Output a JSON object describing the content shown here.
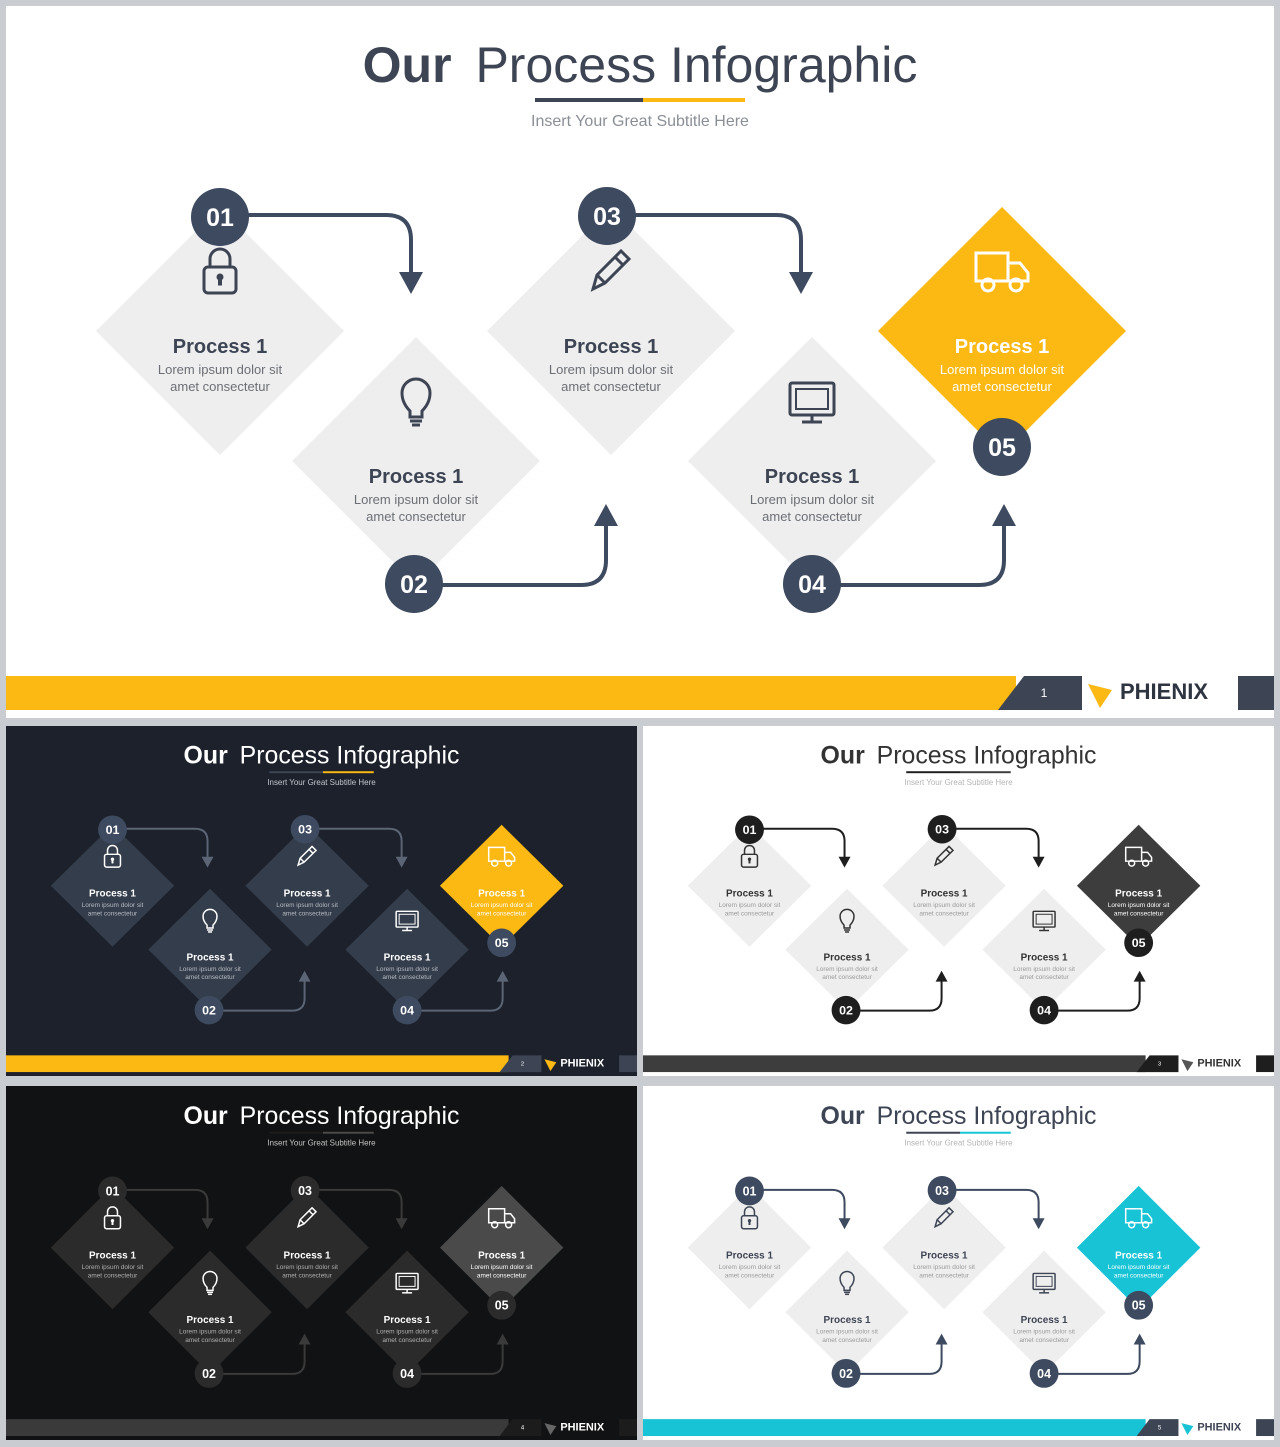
{
  "title_bold": "Our",
  "title_rest": "Process Infographic",
  "subtitle": "Insert  Your Great Subtitle Here",
  "steps": [
    {
      "number": "01",
      "label": "Process 1",
      "line1": "Lorem ipsum dolor sit",
      "line2": "amet consectetur",
      "icon": "lock-icon"
    },
    {
      "number": "02",
      "label": "Process 1",
      "line1": "Lorem ipsum dolor sit",
      "line2": "amet consectetur",
      "icon": "lightbulb-icon"
    },
    {
      "number": "03",
      "label": "Process 1",
      "line1": "Lorem ipsum dolor sit",
      "line2": "amet consectetur",
      "icon": "pencil-icon"
    },
    {
      "number": "04",
      "label": "Process 1",
      "line1": "Lorem ipsum dolor sit",
      "line2": "amet consectetur",
      "icon": "monitor-icon"
    },
    {
      "number": "05",
      "label": "Process 1",
      "line1": "Lorem ipsum dolor sit",
      "line2": "amet consectetur",
      "icon": "truck-icon"
    }
  ],
  "brand": "PHIENIX",
  "slides": [
    {
      "page": "1",
      "theme": {
        "bg": "#ffffff",
        "title": "#3d4454",
        "sub": "#8a8f96",
        "diamond": "#eeeeee",
        "diamond_text": "#3d4454",
        "body_text": "#6b6f75",
        "circle": "#3d4a5f",
        "circle_text": "#ffffff",
        "arrow": "#3d4a5f",
        "accent": "#fcb813",
        "accent_text": "#ffffff",
        "bar": "#fcb813",
        "bar_dark": "#3d4454",
        "brand": "#2e3440",
        "logo": "#fcb813",
        "icon": "#3d4454"
      }
    },
    {
      "page": "2",
      "theme": {
        "bg": "#1c212b",
        "title": "#ffffff",
        "sub": "#c4c8ce",
        "diamond": "#343d4b",
        "diamond_text": "#ffffff",
        "body_text": "#b8bdc5",
        "circle": "#3d4a5f",
        "circle_text": "#ffffff",
        "arrow": "#5b6575",
        "accent": "#fcb813",
        "accent_text": "#ffffff",
        "bar": "#fcb813",
        "bar_dark": "#3d4454",
        "brand": "#ffffff",
        "logo": "#fcb813",
        "icon": "#ffffff"
      }
    },
    {
      "page": "3",
      "theme": {
        "bg": "#ffffff",
        "title": "#333333",
        "sub": "#b5b5b5",
        "diamond": "#eeeeee",
        "diamond_text": "#333333",
        "body_text": "#9a9a9a",
        "circle": "#1e1e1e",
        "circle_text": "#ffffff",
        "arrow": "#1e1e1e",
        "accent": "#3d3d3d",
        "accent_text": "#ffffff",
        "bar": "#3d3d3d",
        "bar_dark": "#1e1e1e",
        "brand": "#333333",
        "logo": "#555555",
        "icon": "#333333"
      }
    },
    {
      "page": "4",
      "theme": {
        "bg": "#111213",
        "title": "#ffffff",
        "sub": "#c4c4c4",
        "diamond": "#2b2b2b",
        "diamond_text": "#ffffff",
        "body_text": "#b0b0b0",
        "circle": "#2b2b2b",
        "circle_text": "#ffffff",
        "arrow": "#3a3a3a",
        "accent": "#4a4a4a",
        "accent_text": "#ffffff",
        "bar": "#3a3a3a",
        "bar_dark": "#1c1c1c",
        "brand": "#ffffff",
        "logo": "#666666",
        "icon": "#ffffff"
      }
    },
    {
      "page": "5",
      "theme": {
        "bg": "#ffffff",
        "title": "#3d4454",
        "sub": "#b5b5b5",
        "diamond": "#eeeeee",
        "diamond_text": "#3d4454",
        "body_text": "#9a9a9a",
        "circle": "#3d4a5f",
        "circle_text": "#ffffff",
        "arrow": "#3d4a5f",
        "accent": "#18c3d6",
        "accent_text": "#ffffff",
        "bar": "#18c3d6",
        "bar_dark": "#3d4454",
        "brand": "#3d4454",
        "logo": "#18c3d6",
        "icon": "#3d4454"
      }
    }
  ]
}
